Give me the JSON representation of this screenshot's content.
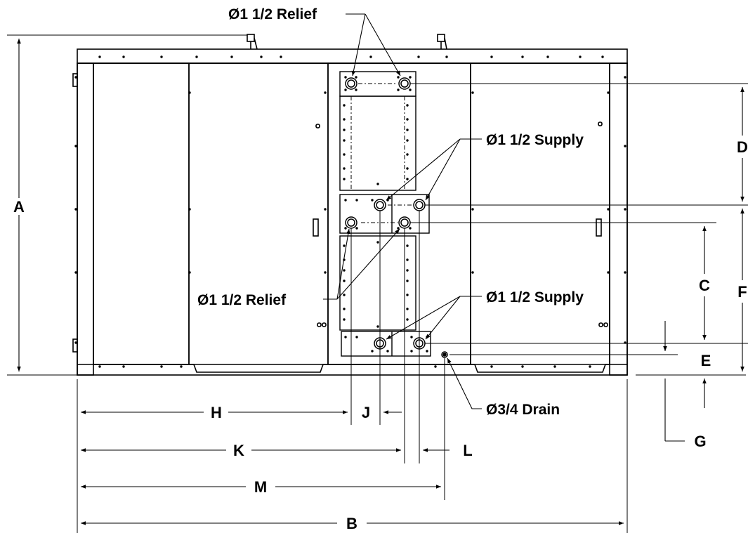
{
  "callouts": {
    "top_relief": "Ø1 1/2 Relief",
    "supply_upper": "Ø1 1/2 Supply",
    "relief_mid": "Ø1 1/2 Relief",
    "supply_lower": "Ø1 1/2 Supply",
    "drain": "Ø3/4 Drain"
  },
  "dimensions": {
    "A": "A",
    "B": "B",
    "C": "C",
    "D": "D",
    "E": "E",
    "F": "F",
    "G": "G",
    "H": "H",
    "J": "J",
    "K": "K",
    "L": "L",
    "M": "M"
  }
}
